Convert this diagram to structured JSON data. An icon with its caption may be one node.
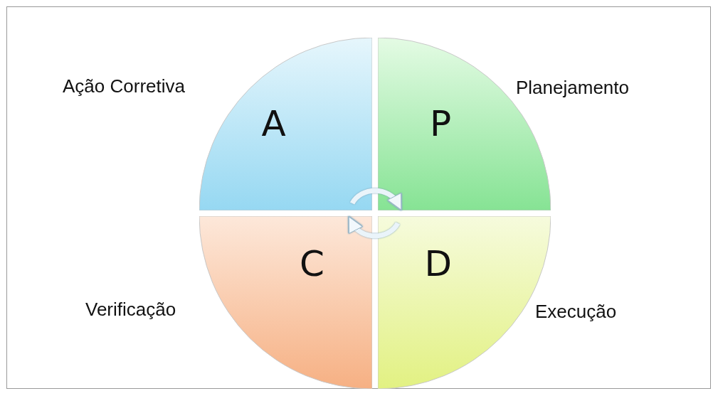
{
  "diagram": {
    "nodes": [
      {
        "text": [
          "A"
        ],
        "beside": [
          "Ação Corretiva"
        ]
      },
      {
        "text": [
          "P"
        ],
        "beside": [
          "Planejamento"
        ]
      },
      {
        "text": [
          "C"
        ],
        "beside": [
          "Verificação"
        ]
      },
      {
        "text": [
          "D"
        ],
        "beside": [
          "Execução"
        ]
      }
    ],
    "edges": [
      {
        "from": 0,
        "to": 1,
        "arrow": "to"
      },
      {
        "from": 3,
        "to": 2,
        "arrow": "to"
      }
    ]
  }
}
